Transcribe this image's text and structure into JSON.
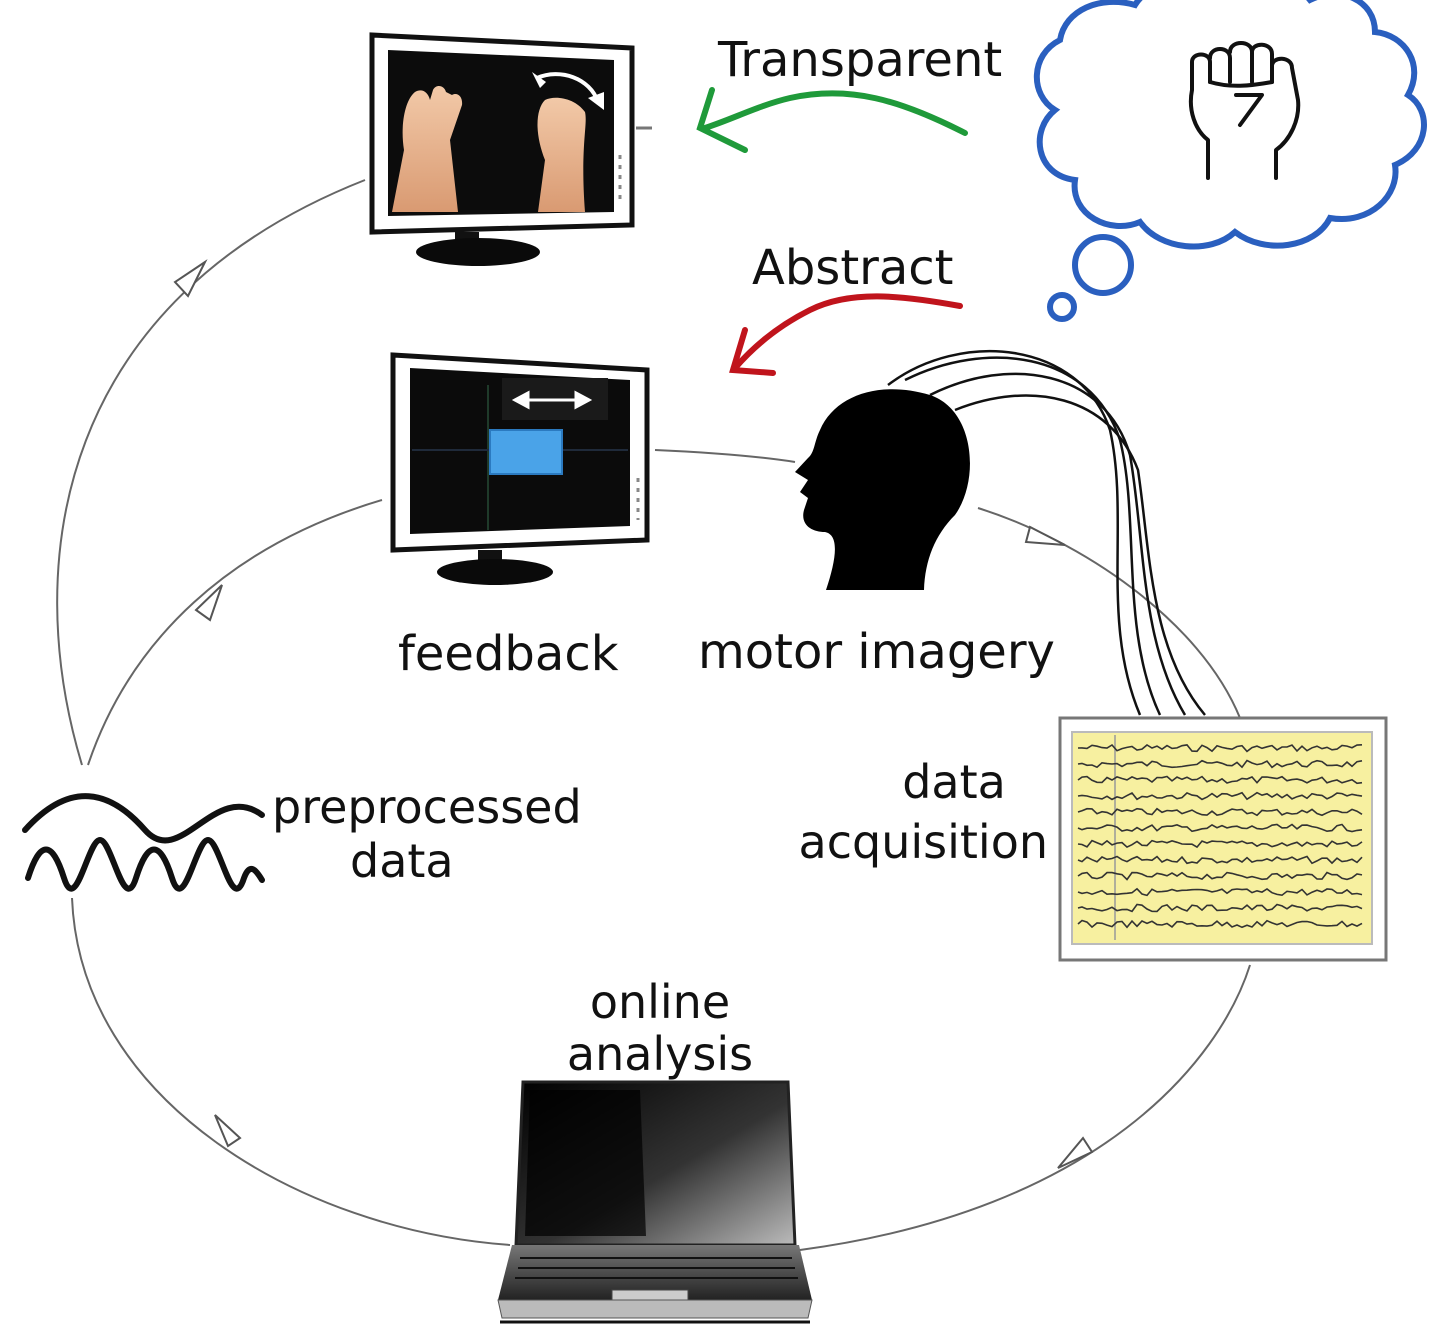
{
  "labels": {
    "transparent": "Transparent",
    "abstract": "Abstract",
    "feedback": "feedback",
    "motor_imagery": "motor imagery",
    "data_acquisition": [
      "data",
      "acquisition"
    ],
    "preprocessed_data": [
      "preprocessed",
      "data"
    ],
    "online_analysis": [
      "online",
      "analysis"
    ]
  },
  "colors": {
    "transparent_arrow": "#1f9a3a",
    "abstract_arrow": "#c0141c",
    "thought_cloud": "#2a5fbf",
    "eeg_panel": "#f7f0a0",
    "feedback_block": "#4aa3e8",
    "cycle_line": "#555555"
  },
  "icons": {
    "thought": "thought-cloud-icon",
    "fist": "fist-icon",
    "head": "head-silhouette-icon",
    "monitor": "monitor-icon",
    "laptop": "laptop-icon",
    "signal": "sine-wave-icon",
    "eeg": "eeg-traces-icon"
  }
}
